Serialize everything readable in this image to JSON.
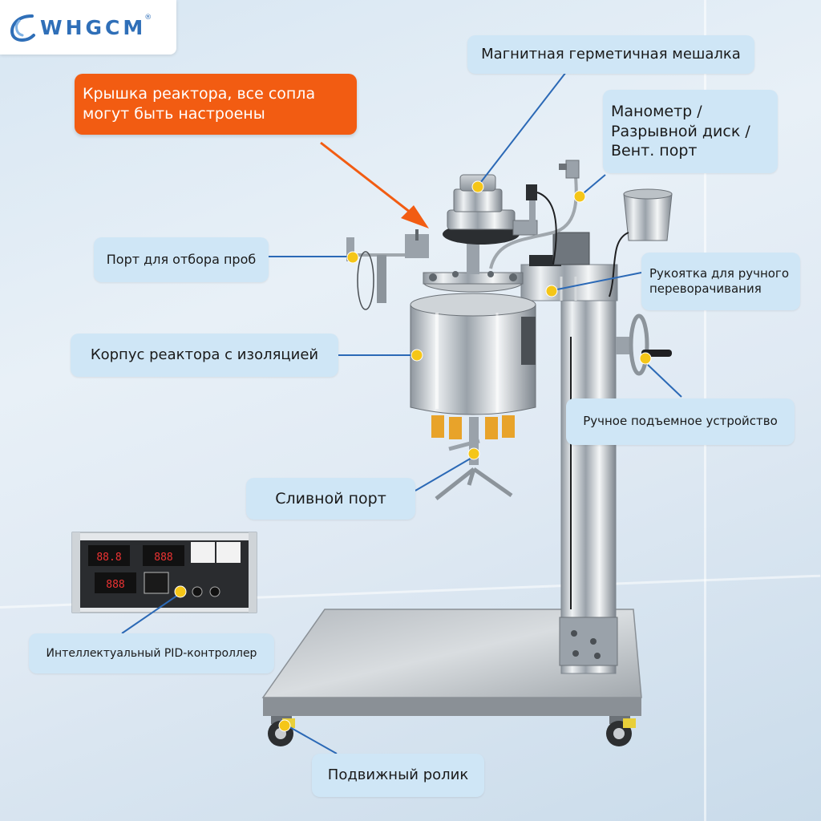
{
  "brand": {
    "name": "WHGCM",
    "registered": "®"
  },
  "colors": {
    "callout_bg": "#cfe6f6",
    "accent_orange": "#f25c12",
    "leader_line": "#2b69b6",
    "marker": "#f5c618",
    "logo_blue": "#2f6fb8"
  },
  "callouts": {
    "lid": "Крышка реактора, все сопла могут быть настроены",
    "stirrer": "Магнитная герметичная мешалка",
    "gauge": "Манометр / Разрывной диск / Вент. порт",
    "sampling": "Порт для отбора проб",
    "handle": "Рукоятка для ручного переворачивания",
    "body": "Корпус реактора с изоляцией",
    "lifter": "Ручное подъемное устройство",
    "drain": "Сливной порт",
    "pid": "Интеллектуальный PID-контроллер",
    "caster": "Подвижный ролик"
  }
}
